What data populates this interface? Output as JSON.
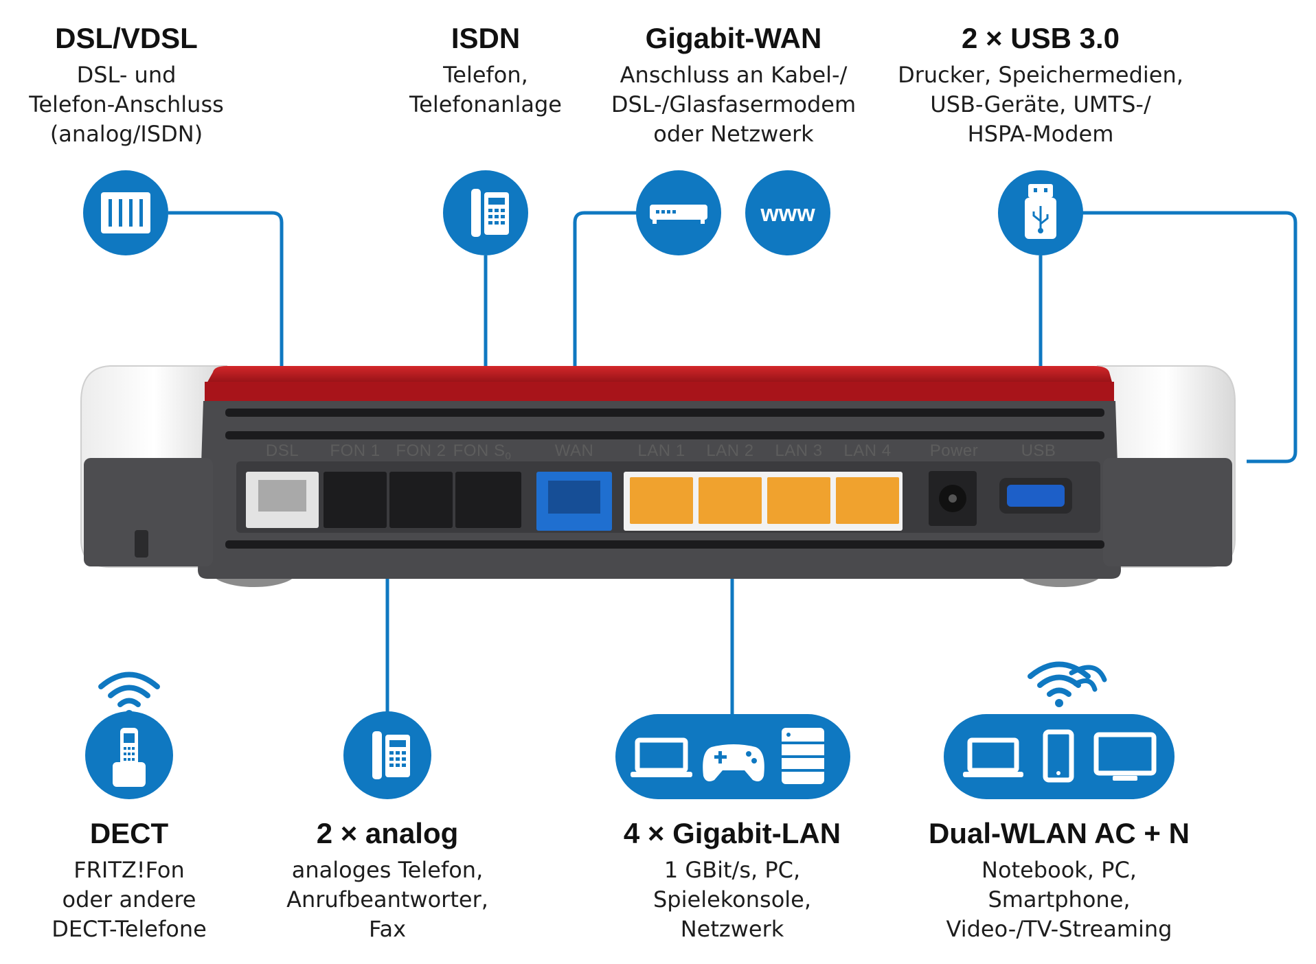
{
  "features": {
    "dsl": {
      "title": "DSL/VDSL",
      "lines": [
        "DSL- und",
        "Telefon-Anschluss",
        "(analog/ISDN)"
      ]
    },
    "isdn": {
      "title": "ISDN",
      "lines": [
        "Telefon,",
        "Telefonanlage"
      ]
    },
    "wan": {
      "title": "Gigabit-WAN",
      "lines": [
        "Anschluss an Kabel-/",
        "DSL-/Glasfasermodem",
        "oder Netzwerk"
      ]
    },
    "usb": {
      "title": "2 × USB 3.0",
      "lines": [
        "Drucker, Speichermedien,",
        "USB-Geräte, UMTS-/",
        "HSPA-Modem"
      ]
    },
    "dect": {
      "title": "DECT",
      "lines": [
        "FRITZ!Fon",
        "oder andere",
        "DECT-Telefone"
      ]
    },
    "analog": {
      "title": "2 × analog",
      "lines": [
        "analoges Telefon,",
        "Anrufbeantworter,",
        "Fax"
      ]
    },
    "lan": {
      "title": "4 × Gigabit-LAN",
      "lines": [
        "1 GBit/s, PC,",
        "Spielekonsole,",
        "Netzwerk"
      ]
    },
    "wlan": {
      "title": "Dual-WLAN AC + N",
      "lines": [
        "Notebook, PC,",
        "Smartphone,",
        "Video-/TV-Streaming"
      ]
    }
  },
  "ports": {
    "dsl": "DSL",
    "fon1": "FON 1",
    "fon2": "FON 2",
    "fons0": "FON S",
    "fons0_sub": "0",
    "wan": "WAN",
    "lan1": "LAN 1",
    "lan2": "LAN 2",
    "lan3": "LAN 3",
    "lan4": "LAN 4",
    "power": "Power",
    "usb": "USB"
  },
  "icons": {
    "www": "www",
    "dsl": "dsl-splitter-icon",
    "isdn": "desk-phone-icon",
    "wan_modem": "modem-icon",
    "usb": "usb-stick-icon",
    "dect": "cordless-phone-icon",
    "analog": "desk-phone-icon",
    "lan": [
      "laptop-icon",
      "gamepad-icon",
      "server-icon"
    ],
    "wlan": [
      "laptop-icon",
      "smartphone-icon",
      "monitor-icon"
    ]
  },
  "colors": {
    "accent_blue": "#0f78c1",
    "router_red": "#b3181d",
    "router_body": "#4a4a4d",
    "lan_port": "#f0a22e",
    "wan_port": "#1f6fd0"
  }
}
